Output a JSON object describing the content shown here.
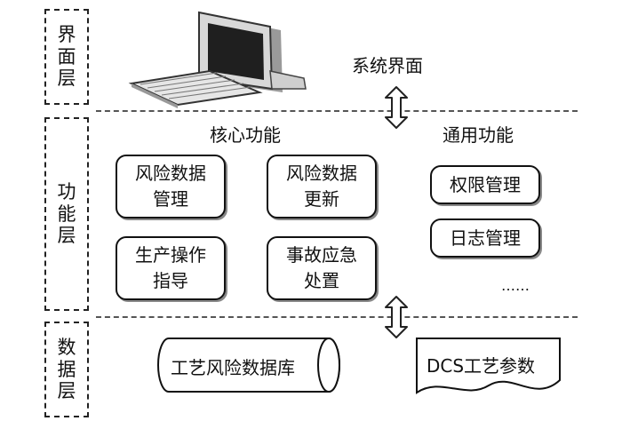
{
  "layers": {
    "interface": {
      "chars": [
        "界",
        "面",
        "层"
      ]
    },
    "function": {
      "chars": [
        "功",
        "能",
        "层"
      ]
    },
    "data": {
      "chars": [
        "数",
        "据",
        "层"
      ]
    }
  },
  "interface_layer": {
    "system_interface_label": "系统界面",
    "icon": "computer-icon"
  },
  "function_layer": {
    "core_title": "核心功能",
    "general_title": "通用功能",
    "core_boxes": [
      {
        "lines": [
          "风险数据",
          "管理"
        ]
      },
      {
        "lines": [
          "风险数据",
          "更新"
        ]
      },
      {
        "lines": [
          "生产操作",
          "指导"
        ]
      },
      {
        "lines": [
          "事故应急",
          "处置"
        ]
      }
    ],
    "general_boxes": [
      "权限管理",
      "日志管理"
    ],
    "ellipsis": "……"
  },
  "data_layer": {
    "database_label": "工艺风险数据库",
    "document_label": "DCS工艺参数"
  }
}
